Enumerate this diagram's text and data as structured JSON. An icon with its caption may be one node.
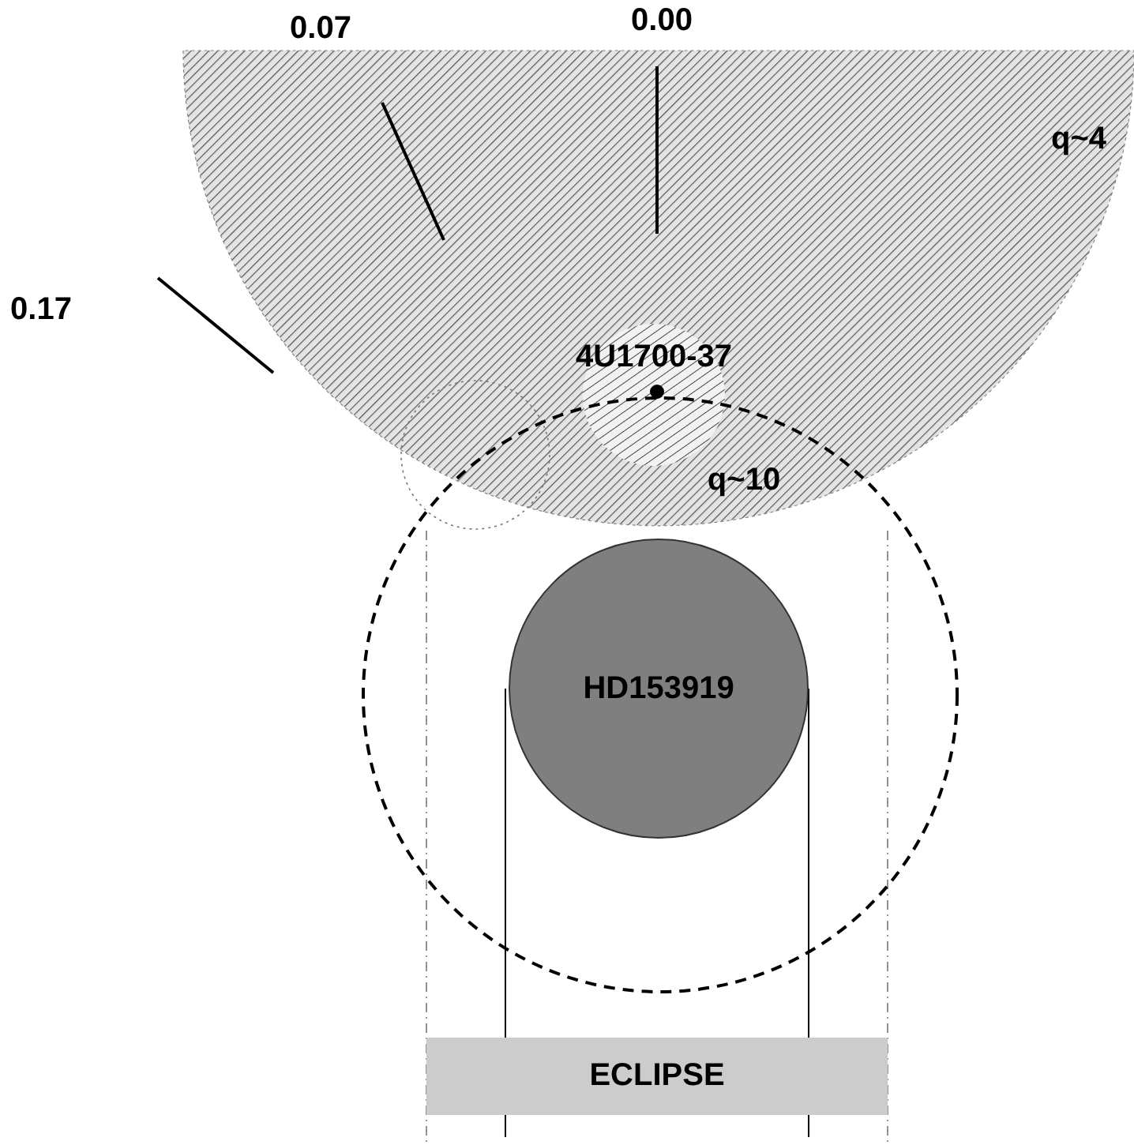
{
  "diagram": {
    "nodes": [
      {
        "text": [
          "HD153919"
        ]
      },
      {
        "text": [
          "ECLIPSE"
        ]
      }
    ],
    "labels": [
      "0.07",
      "0.00",
      "q~4",
      "0.17",
      "4U1700-37",
      "q~10"
    ]
  }
}
